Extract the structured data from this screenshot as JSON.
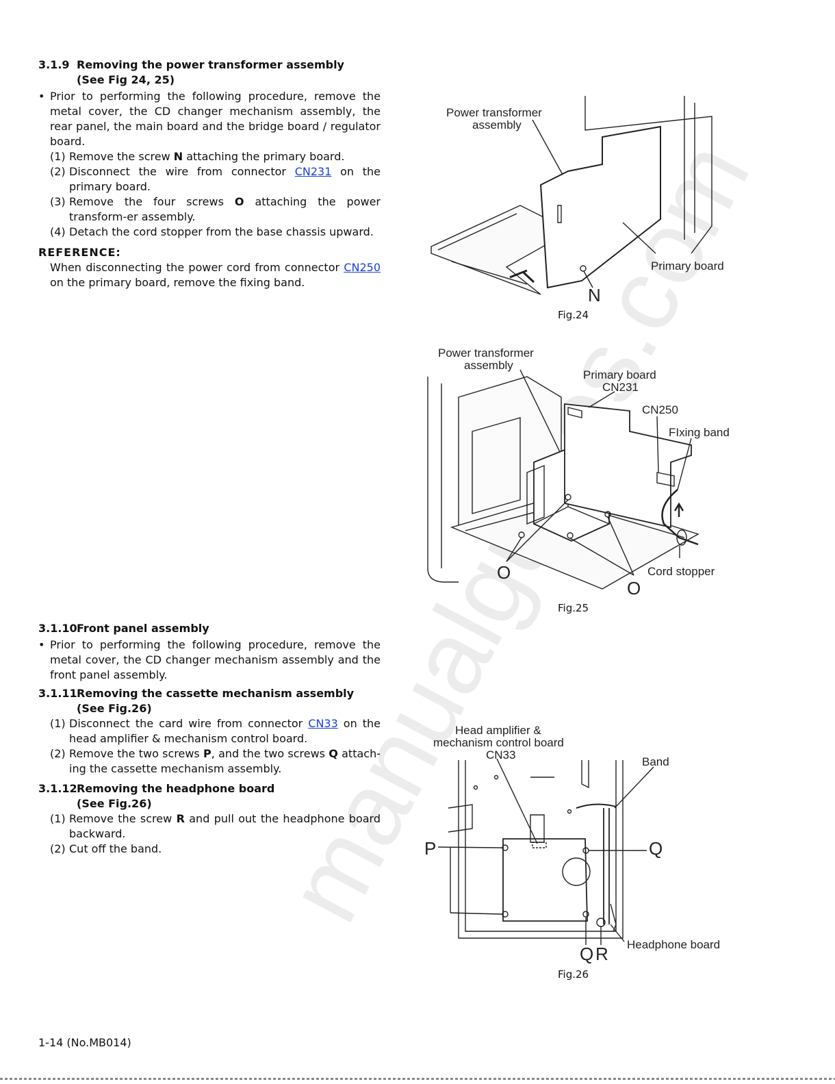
{
  "section_319": {
    "num": "3.1.9",
    "title": "Removing the power transformer assembly",
    "see": "(See Fig 24, 25)",
    "bullet": "Prior to performing the following procedure, remove the metal cover, the CD changer mechanism assembly, the rear panel, the main board and the bridge board / regulator board.",
    "steps": [
      {
        "n": "(1)",
        "a": "Remove the screw ",
        "b": "N",
        "c": " attaching the primary board."
      },
      {
        "n": "(2)",
        "a": "Disconnect the wire from connector ",
        "link": "CN231",
        "c": " on the primary board."
      },
      {
        "n": "(3)",
        "a": "Remove the four screws ",
        "b": "O",
        "c": " attaching the power transform-er assembly."
      },
      {
        "n": "(4)",
        "a": "Detach the cord stopper from the base chassis upward."
      }
    ],
    "reference_heading": "REFERENCE:",
    "reference_a": "When disconnecting the power cord from connector ",
    "reference_link": "CN250",
    "reference_c": " on the primary board, remove the fixing band."
  },
  "section_3110": {
    "num": "3.1.10",
    "title": "Front panel assembly",
    "bullet": "Prior to performing the following procedure, remove the metal cover, the CD changer mechanism assembly and the front panel assembly."
  },
  "section_3111": {
    "num": "3.1.11",
    "title": "Removing the cassette mechanism assembly",
    "see": "(See Fig.26)",
    "steps": [
      {
        "n": "(1)",
        "a": "Disconnect the card wire from connector ",
        "link": "CN33",
        "c": " on the head amplifier & mechanism control board."
      },
      {
        "n": "(2)",
        "a": "Remove the two screws ",
        "b": "P",
        "c": ", and the two screws ",
        "b2": "Q",
        "d": " attach-ing the cassette mechanism assembly."
      }
    ]
  },
  "section_3112": {
    "num": "3.1.12",
    "title": "Removing the headphone board",
    "see": "(See Fig.26)",
    "steps": [
      {
        "n": "(1)",
        "a": "Remove the screw ",
        "b": "R",
        "c": " and pull out the headphone board backward."
      },
      {
        "n": "(2)",
        "a": "Cut off the band."
      }
    ]
  },
  "fig24": {
    "caption": "Fig.24",
    "label_pt_1": "Power transformer",
    "label_pt_2": "assembly",
    "label_primary": "Primary board",
    "label_n": "N"
  },
  "fig25": {
    "caption": "Fig.25",
    "label_pt_1": "Power transformer",
    "label_pt_2": "assembly",
    "label_primary": "Primary board",
    "label_cn231": "CN231",
    "label_cn250": "CN250",
    "label_fixing": "FIxing band",
    "label_o": "O",
    "label_cord": "Cord stopper"
  },
  "fig26": {
    "caption": "Fig.26",
    "label_head_1": "Head amplifier &",
    "label_head_2": "mechanism control board",
    "label_cn33": "CN33",
    "label_band": "Band",
    "label_p": "P",
    "label_q": "Q",
    "label_r": "R",
    "label_headphone": "Headphone board"
  },
  "watermark": "manualguides.com",
  "footer": "1-14 (No.MB014)",
  "colors": {
    "link": "#1a3fd6",
    "line_art": "#222222"
  }
}
